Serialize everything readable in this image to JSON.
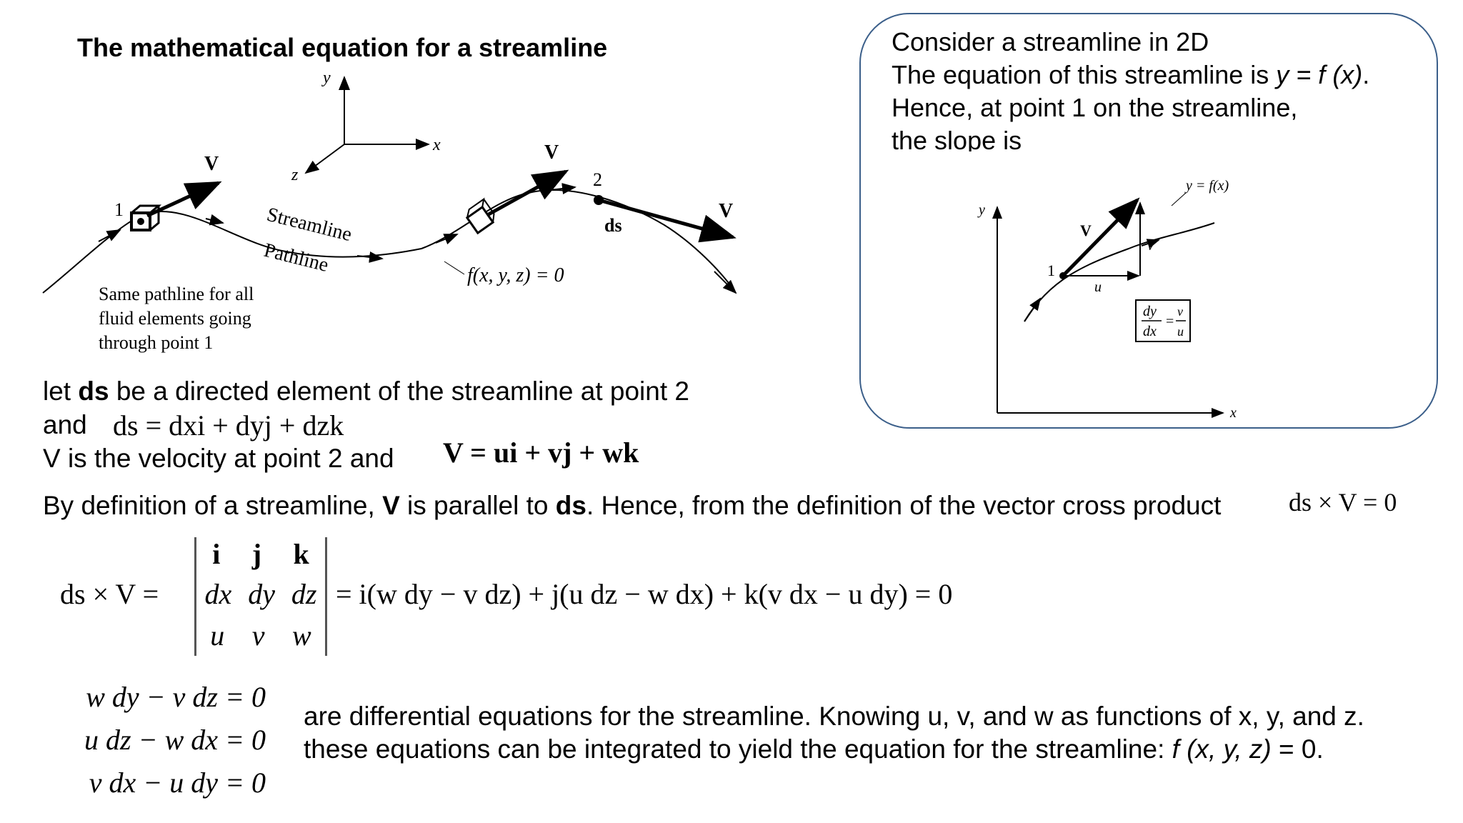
{
  "title": "The mathematical equation for a streamline",
  "diagram": {
    "axis_y": "y",
    "axis_x": "x",
    "axis_z": "z",
    "v_label_1": "V",
    "v_label_2": "V",
    "v_label_3": "V",
    "point_1": "1",
    "point_2": "2",
    "ds_label": "ds",
    "streamline_label": "Streamline",
    "pathline_label": "Pathline",
    "fxyz_label": "f(x, y, z) = 0",
    "note_line1": "Same pathline for all",
    "note_line2": "fluid elements going",
    "note_line3": "through point 1"
  },
  "box": {
    "line1": "Consider a streamline in 2D",
    "line2_prefix": "The equation of this streamline is ",
    "line2_math": "y = f (x)",
    "line2_suffix": ".",
    "line3": "Hence, at point 1 on the streamline,",
    "line4": "the slope is",
    "fig": {
      "y_axis": "y",
      "x_axis": "x",
      "curve_label": "y = f(x)",
      "V": "V",
      "point": "1",
      "u": "u",
      "v": "v",
      "dy": "dy",
      "dx": "dx",
      "frac_v": "v",
      "frac_u": "u",
      "equals": "="
    }
  },
  "text": {
    "let_prefix": "let ",
    "let_bold": "ds",
    "let_suffix": " be a directed element of the streamline at point 2",
    "and": "and",
    "ds_eq": "ds = dxi + dyj + dzk",
    "v_line": "V is the velocity at point 2 and",
    "v_eq": "V = ui + vj + wk",
    "def_1": "By definition of a streamline, ",
    "def_V": "V",
    "def_2": " is parallel to ",
    "def_ds": "ds",
    "def_3": ". Hence, from the definition of the vector cross product",
    "cross_eq": "ds × V = 0"
  },
  "determinant": {
    "lhs": "ds × V =",
    "row1": [
      "i",
      "j",
      "k"
    ],
    "row2": [
      "dx",
      "dy",
      "dz"
    ],
    "row3": [
      "u",
      "v",
      "w"
    ],
    "rhs": "= i(w dy − v dz) + j(u dz − w dx) + k(v dx − u dy) = 0"
  },
  "equations": [
    "w dy − v dz = 0",
    "u dz − w dx = 0",
    "v dx − u dy = 0"
  ],
  "conclusion": {
    "line1": "are differential equations for the streamline. Knowing u, v, and w as functions of x, y, and z.",
    "line2_prefix": "these equations can be integrated to yield the equation for the streamline: ",
    "line2_math": "f (x, y, z)",
    "line2_suffix": " = 0."
  }
}
